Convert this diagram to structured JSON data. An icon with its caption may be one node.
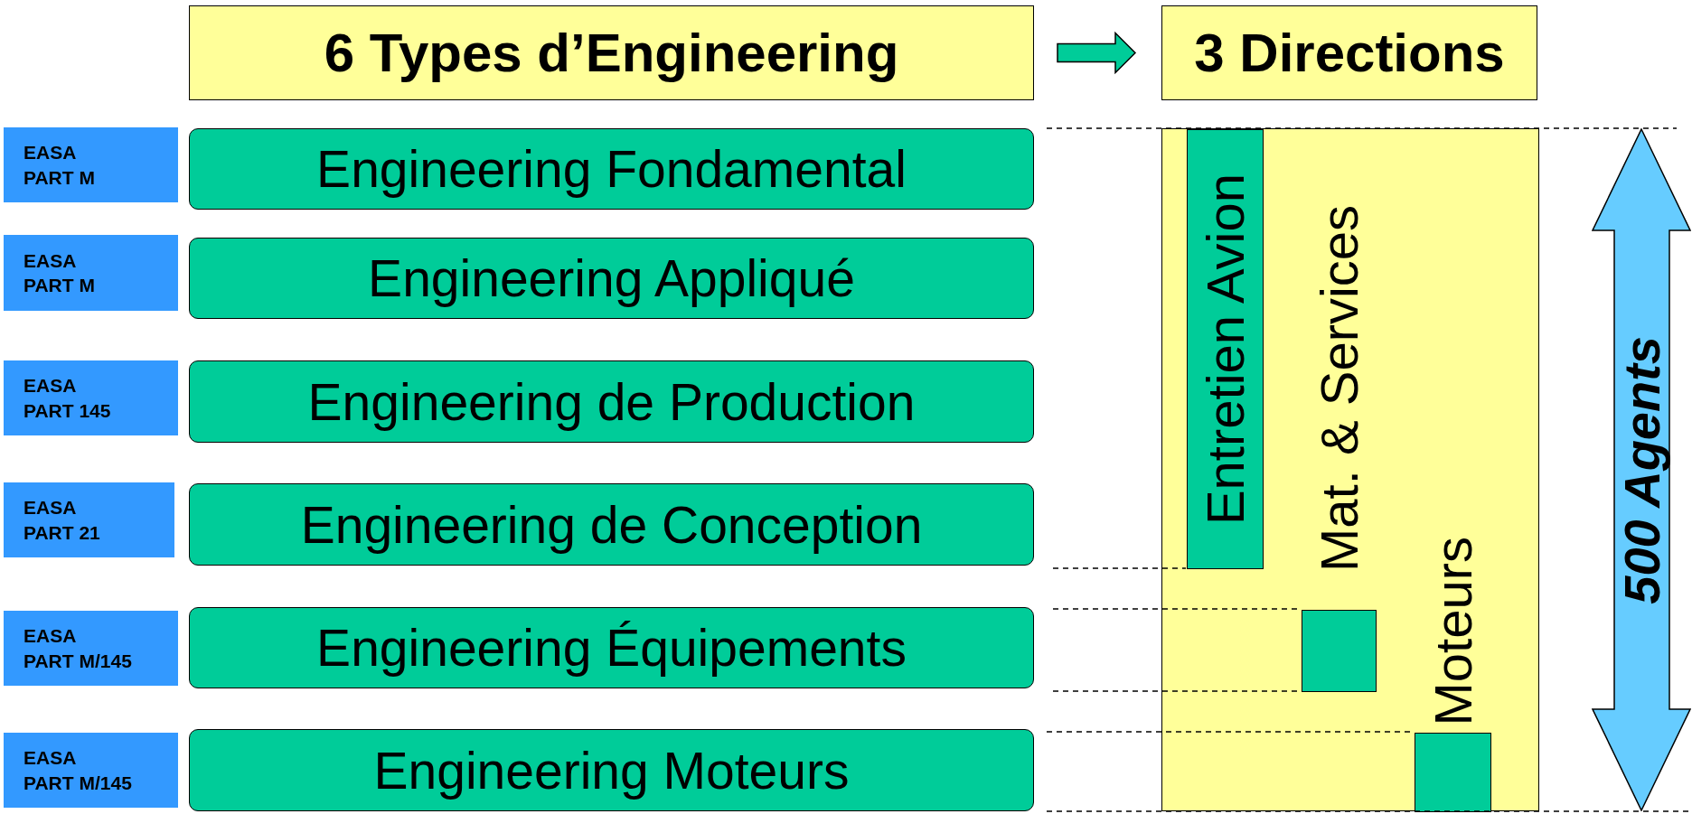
{
  "diagram": {
    "nodes": [
      {
        "text": [
          "6 Types d’Engineering"
        ]
      },
      {
        "text": [
          "3 Directions"
        ]
      },
      {
        "text": [
          "EASA PART M"
        ]
      },
      {
        "text": [
          "Engineering Fondamental"
        ]
      },
      {
        "text": [
          "EASA PART M"
        ]
      },
      {
        "text": [
          "Engineering Appliqué"
        ]
      },
      {
        "text": [
          "EASA PART 145"
        ]
      },
      {
        "text": [
          "Engineering de Production"
        ]
      },
      {
        "text": [
          "EASA PART 21"
        ]
      },
      {
        "text": [
          "Engineering de Conception"
        ]
      },
      {
        "text": [
          "EASA PART M/145"
        ]
      },
      {
        "text": [
          "Engineering Équipements"
        ]
      },
      {
        "text": [
          "EASA PART M/145"
        ]
      },
      {
        "text": [
          "Engineering Moteurs"
        ]
      },
      {
        "text": [
          "Mat. & Services"
        ]
      },
      {
        "text": [
          "Entretien Avion"
        ],
        "in": 14
      },
      {
        "text": [],
        "shape": "box",
        "in": 14
      },
      {
        "text": [],
        "shape": "box",
        "in": 14,
        "beside": [
          "Moteurs"
        ]
      },
      {
        "text": [
          "500 Agents"
        ]
      }
    ],
    "edges": [
      {
        "from": 0,
        "to": 1,
        "arrow": "to"
      }
    ]
  }
}
